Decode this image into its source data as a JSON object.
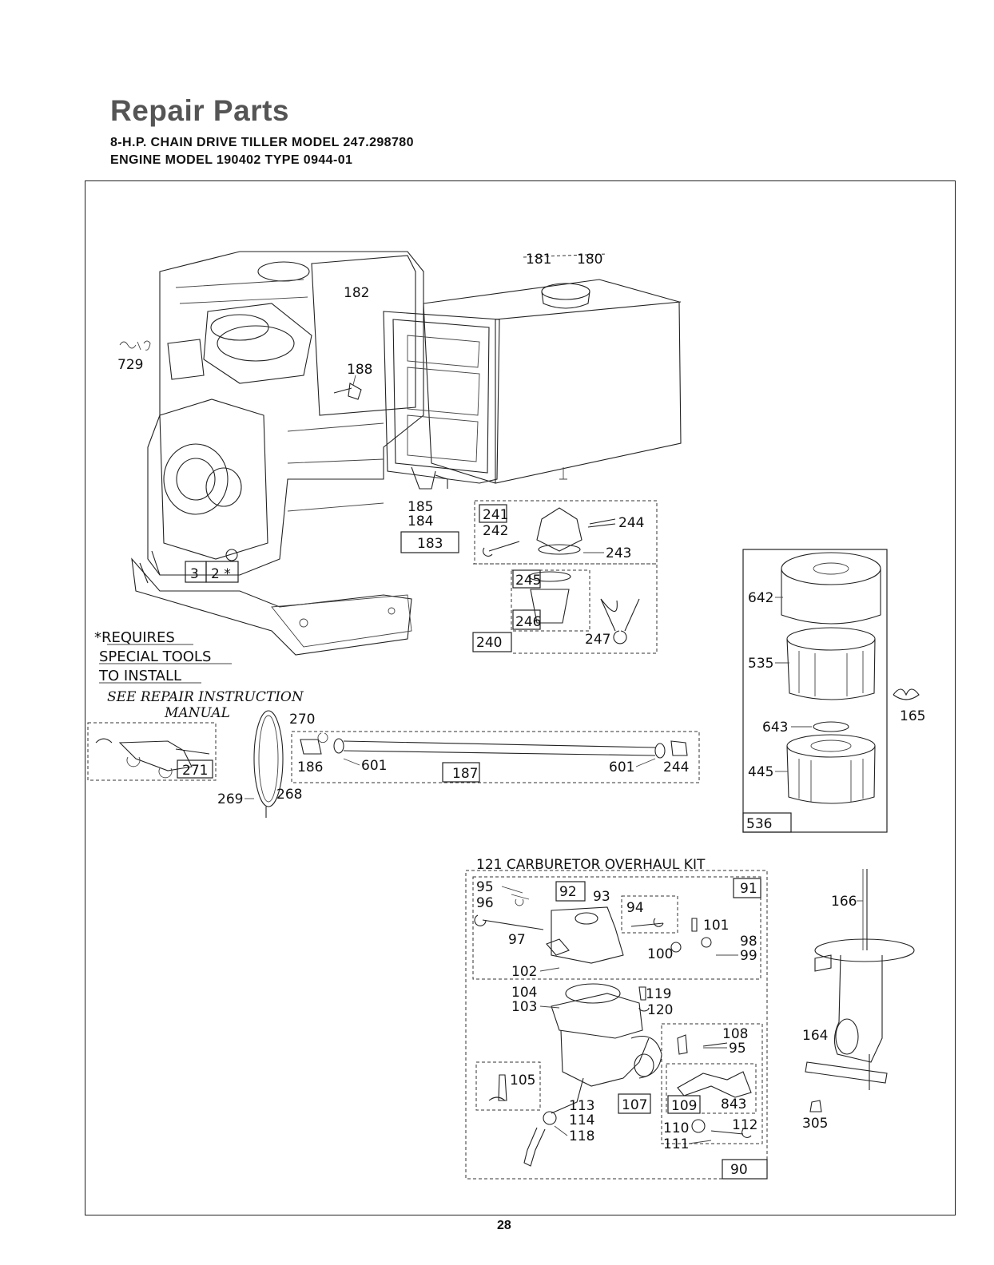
{
  "header": {
    "title": "Repair Parts",
    "subtitle_1": "8-H.P. CHAIN DRIVE TILLER MODEL 247.298780",
    "subtitle_2": "ENGINE MODEL 190402 TYPE 0944-01"
  },
  "note": {
    "line1": "*REQUIRES",
    "line2": "SPECIAL TOOLS",
    "line3": "TO INSTALL",
    "line4": "SEE REPAIR INSTRUCTION",
    "line5": "MANUAL"
  },
  "labels": {
    "p729": "729",
    "p181": "181",
    "p180": "180",
    "p182": "182",
    "p188": "188",
    "p185": "185",
    "p184": "184",
    "p183": "183",
    "p3": "3",
    "p2": "2 *",
    "p241": "241",
    "p242": "242",
    "p244a": "244",
    "p243": "243",
    "p245": "245",
    "p246": "246",
    "p247": "247",
    "p240": "240",
    "p642": "642",
    "p535": "535",
    "p165": "165",
    "p643": "643",
    "p445": "445",
    "p536": "536",
    "p270": "270",
    "p271": "271",
    "p186": "186",
    "p601a": "601",
    "p187": "187",
    "p601b": "601",
    "p244b": "244",
    "p269": "269",
    "p268": "268",
    "kit_title": "121 CARBURETOR OVERHAUL KIT",
    "p91": "91",
    "p95a": "95",
    "p96": "96",
    "p92": "92",
    "p93": "93",
    "p94": "94",
    "p97": "97",
    "p101": "101",
    "p98": "98",
    "p99": "99",
    "p100": "100",
    "p102": "102",
    "p104": "104",
    "p103": "103",
    "p119": "119",
    "p120": "120",
    "p108": "108",
    "p95b": "95",
    "p105": "105",
    "p113": "113",
    "p114": "114",
    "p118": "118",
    "p107": "107",
    "p109": "109",
    "p843": "843",
    "p110": "110",
    "p112": "112",
    "p111": "111",
    "p90": "90",
    "p166": "166",
    "p164": "164",
    "p305": "305"
  },
  "page_number": "28"
}
